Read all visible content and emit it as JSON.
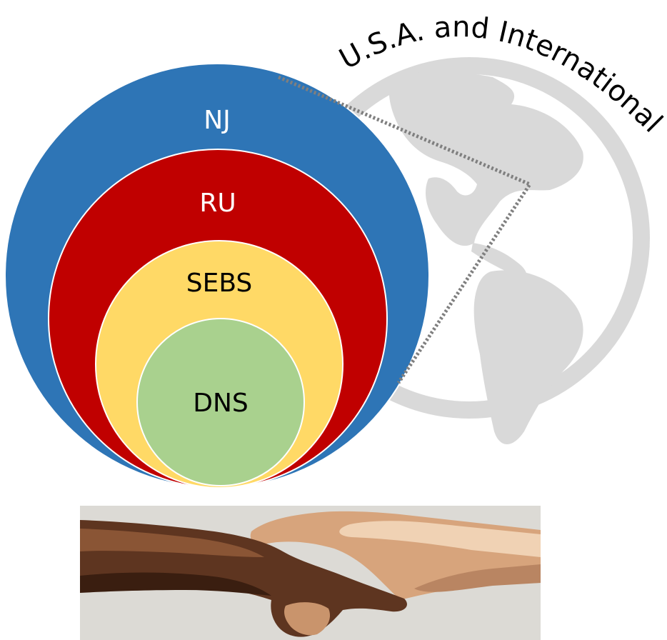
{
  "globe": {
    "caption": "U.S.A. and International",
    "icon": "globe-icon",
    "color": "#d9d9d9"
  },
  "rings": [
    {
      "label": "NJ",
      "fill": "#2e75b6",
      "text_color": "#ffffff"
    },
    {
      "label": "RU",
      "fill": "#c00000",
      "text_color": "#ffffff"
    },
    {
      "label": "SEBS",
      "fill": "#ffd966",
      "text_color": "#000000"
    },
    {
      "label": "DNS",
      "fill": "#a9d18e",
      "text_color": "#000000"
    }
  ],
  "connector": {
    "style": "dotted",
    "color": "#7f7f7f"
  },
  "photo": {
    "icon": "handshake-image",
    "background": "#dcdad5"
  }
}
